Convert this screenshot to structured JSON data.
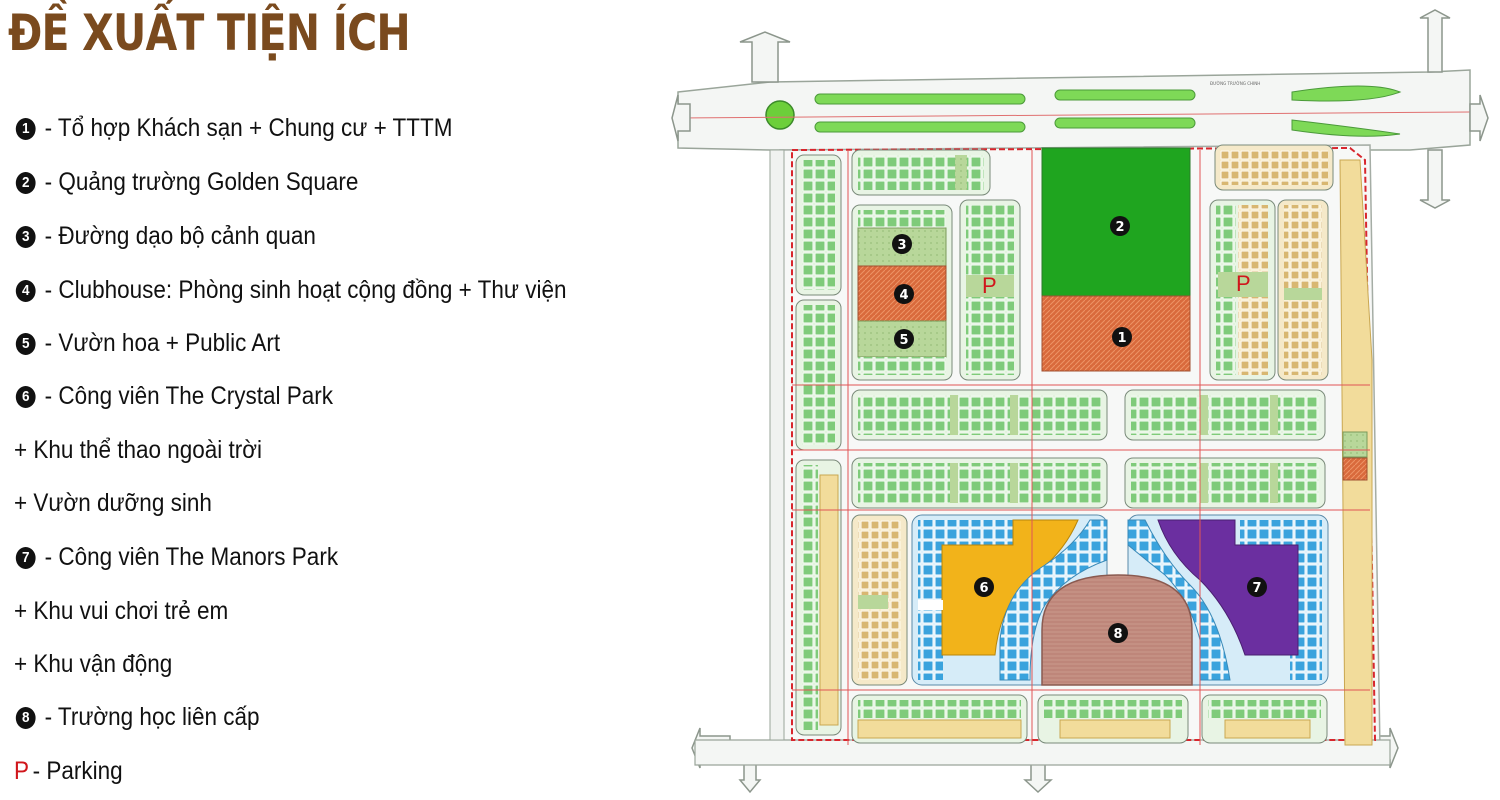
{
  "title": "ĐỀ XUẤT TIỆN ÍCH",
  "legend": [
    {
      "num": "1",
      "text": "- Tổ hợp Khách sạn + Chung cư + TTTM"
    },
    {
      "num": "2",
      "text": "- Quảng trường Golden Square"
    },
    {
      "num": "3",
      "text": "- Đường dạo bộ cảnh quan"
    },
    {
      "num": "4",
      "text": "- Clubhouse: Phòng sinh hoạt cộng đồng + Thư viện"
    },
    {
      "num": "5",
      "text": "- Vườn hoa + Public Art"
    },
    {
      "num": "6",
      "text": "- Công viên The Crystal Park"
    },
    {
      "num": "",
      "text": "+ Khu thể thao ngoài trời"
    },
    {
      "num": "",
      "text": "+ Vườn dưỡng sinh"
    },
    {
      "num": "7",
      "text": "- Công viên The Manors Park"
    },
    {
      "num": "",
      "text": "+  Khu vui chơi trẻ em"
    },
    {
      "num": "",
      "text": "+ Khu vận động"
    },
    {
      "num": "8",
      "text": "- Trường học liên cấp"
    },
    {
      "num": "P",
      "text": "- Parking"
    }
  ],
  "map": {
    "markers": [
      "1",
      "2",
      "3",
      "4",
      "5",
      "6",
      "7",
      "8"
    ],
    "parking_label": "P",
    "road_name": "ĐƯỜNG TRƯỜNG CHINH"
  },
  "colors": {
    "title": "#7a4a1e",
    "parking": "#d0161b",
    "plaza_green": "#1fa51f",
    "hotel_orange": "#d96a3c",
    "crystal_park": "#f2b31a",
    "manors_park": "#6b2fa0",
    "school": "#c49083",
    "housing_blue": "#3aa3dd",
    "housing_green": "#8fd08a",
    "walkway": "#b8d79a",
    "sand": "#f2dc9b"
  }
}
